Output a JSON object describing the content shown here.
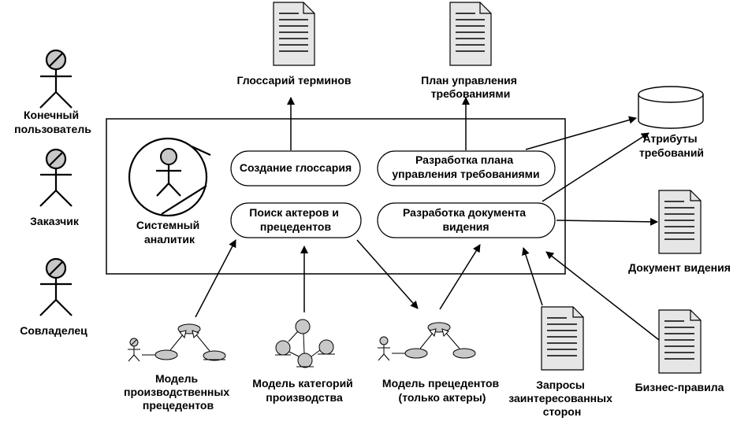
{
  "roles": {
    "end_user": "Конечный пользователь",
    "customer": "Заказчик",
    "co_owner": "Совладелец",
    "system_analyst": "Системный аналитик"
  },
  "processes": {
    "create_glossary": "Создание глоссария",
    "plan_dev": "Разработка плана управления требованиями",
    "find_actors": "Поиск актеров и прецедентов",
    "vision_dev": "Разработка документа видения"
  },
  "artifacts": {
    "glossary": "Глоссарий терминов",
    "req_plan": "План управления требованиями",
    "req_attributes": "Атрибуты требований",
    "vision_doc": "Документ видения",
    "business_rules": "Бизнес-правила",
    "stakeholder_requests": "Запросы заинтересованных сторон",
    "prod_usecase_model": "Модель производственных прецедентов",
    "prod_category_model": "Модель категорий производства",
    "usecase_model": "Модель прецедентов (только актеры)"
  }
}
